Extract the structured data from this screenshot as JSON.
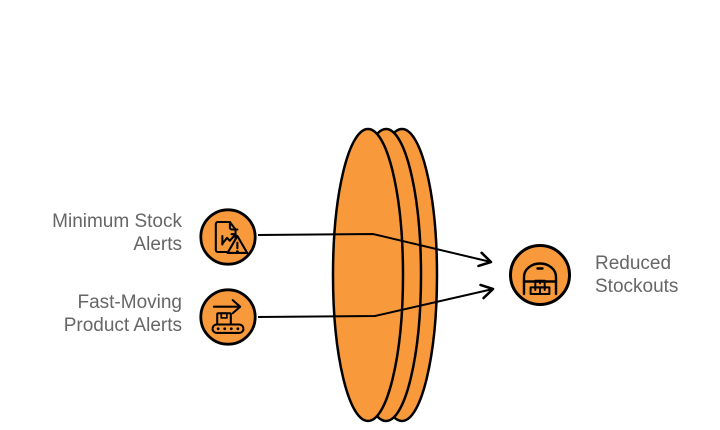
{
  "colors": {
    "orange": "#F8993C",
    "outline": "#000000",
    "text_gray": "#666666",
    "background": "#FFFFFF"
  },
  "diagram": {
    "inputs": [
      {
        "label": "Minimum Stock\nAlerts",
        "icon": "document-chart-warning-icon"
      },
      {
        "label": "Fast-Moving\nProduct Alerts",
        "icon": "conveyor-arrow-icon"
      }
    ],
    "output": {
      "label": "Reduced\nStockouts",
      "icon": "warehouse-icon"
    },
    "center_shape": "lens"
  }
}
